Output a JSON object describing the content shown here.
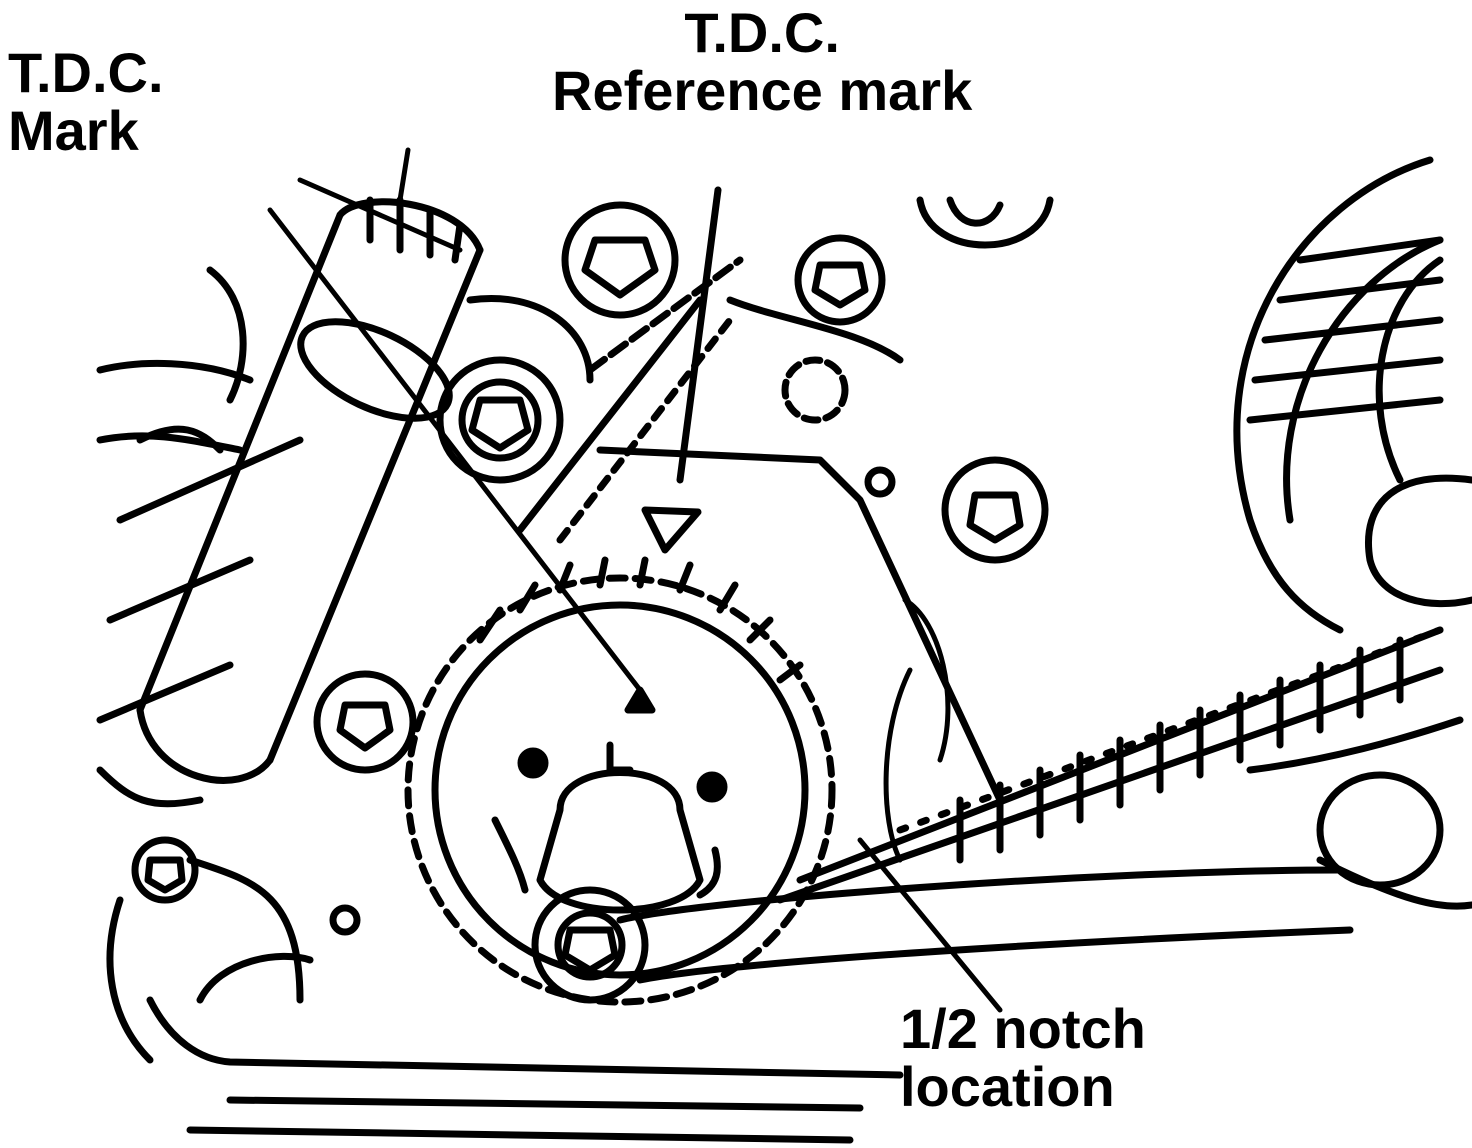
{
  "labels": {
    "tdc_mark": {
      "line1": "T.D.C.",
      "line2": "Mark"
    },
    "tdc_reference_mark": {
      "line1": "T.D.C.",
      "line2": "Reference mark"
    },
    "half_notch_location": {
      "line1": "1/2 notch",
      "line2": "location"
    }
  },
  "colors": {
    "ink": "#000000",
    "paper": "#ffffff"
  }
}
